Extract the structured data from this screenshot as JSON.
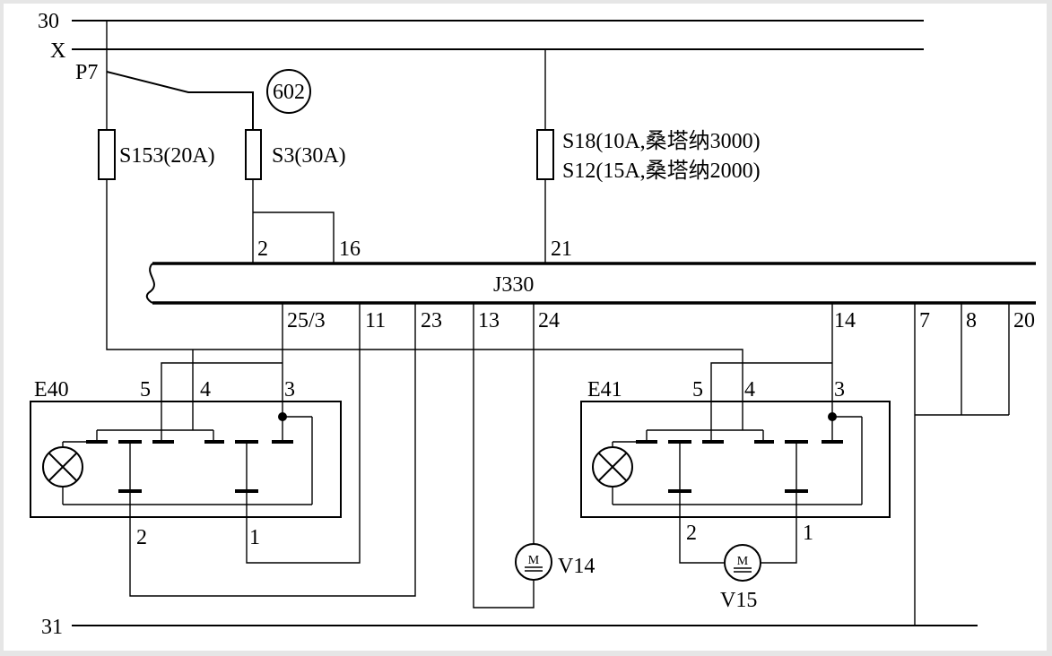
{
  "rails": {
    "r30": "30",
    "rX": "X",
    "r31": "31"
  },
  "labels": {
    "p7": "P7",
    "ref602": "602",
    "j330": "J330"
  },
  "fuses": {
    "s153": "S153(20A)",
    "s3": "S3(30A)",
    "s18": "S18(10A,桑塔纳3000)",
    "s12": "S12(15A,桑塔纳2000)"
  },
  "pins": {
    "p2": "2",
    "p16": "16",
    "p21": "21",
    "p25_3": "25/3",
    "p11": "11",
    "p23": "23",
    "p13": "13",
    "p24": "24",
    "p14": "14",
    "p7": "7",
    "p8": "8",
    "p20": "20"
  },
  "switches": {
    "e40": {
      "name": "E40",
      "t5": "5",
      "t4": "4",
      "t3": "3",
      "t2": "2",
      "t1": "1"
    },
    "e41": {
      "name": "E41",
      "t5": "5",
      "t4": "4",
      "t3": "3",
      "t2": "2",
      "t1": "1"
    }
  },
  "motors": {
    "v14": {
      "name": "V14",
      "symbol": "M"
    },
    "v15": {
      "name": "V15",
      "symbol": "M"
    }
  },
  "colors": {
    "background": "#e6e6e6",
    "canvas": "#ffffff",
    "ink": "#000000"
  }
}
